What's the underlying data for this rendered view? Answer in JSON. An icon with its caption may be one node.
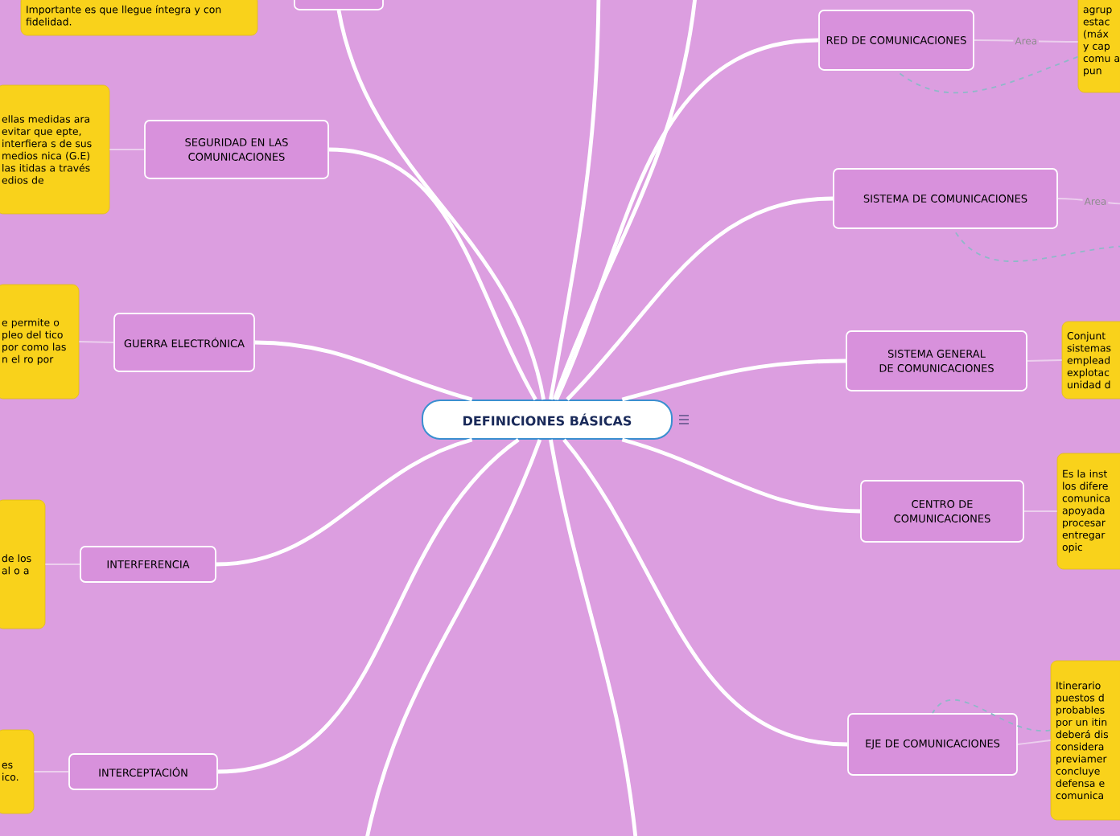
{
  "diagram": {
    "nodes": [
      {
        "text": [
          "DEFINICIONES BÁSICAS"
        ]
      },
      {
        "text": [
          "Importante es que llegue íntegra y con fidelidad."
        ]
      },
      {
        "text": [],
        "shape": "box"
      },
      {
        "text": [
          "SEGURIDAD EN LAS COMUNICACIONES"
        ]
      },
      {
        "text": [
          "ellas medidas ara evitar que epte, interfiera s de sus medios nica (G.E) las itidas a través edios de"
        ]
      },
      {
        "text": [
          "GUERRA ELECTRÓNICA"
        ]
      },
      {
        "text": [
          "e permite o pleo del tico por como las n el ro por"
        ]
      },
      {
        "text": [
          "INTERFERENCIA"
        ]
      },
      {
        "text": [
          "de los al o a"
        ]
      },
      {
        "text": [
          "INTERCEPTACIÓN"
        ]
      },
      {
        "text": [
          "es ico."
        ]
      },
      {
        "text": [
          "RED DE COMUNICACIONES"
        ]
      },
      {
        "text": [
          "agrup estac (máx y cap comu a pun"
        ]
      },
      {
        "text": [
          "SISTEMA DE COMUNICACIONES"
        ]
      },
      {
        "text": [
          "SISTEMA GENERAL DE COMUNICACIONES"
        ]
      },
      {
        "text": [
          "Conjunt sistemas emplead explotac unidad d"
        ]
      },
      {
        "text": [
          "CENTRO DE COMUNICACIONES"
        ]
      },
      {
        "text": [
          "Es la inst los difere comunica apoyada procesar entregar opic"
        ]
      },
      {
        "text": [
          "EJE DE COMUNICACIONES"
        ]
      },
      {
        "text": [
          "Itinerario puestos d probables por un itin deberá dis considera previamer concluye defensa e comunica"
        ]
      }
    ],
    "edges": [
      {
        "from": 0,
        "to": 2,
        "arrow": "none"
      },
      {
        "from": 0,
        "to": 3,
        "arrow": "none"
      },
      {
        "from": 0,
        "to": 5,
        "arrow": "none"
      },
      {
        "from": 0,
        "to": 7,
        "arrow": "none"
      },
      {
        "from": 0,
        "to": 9,
        "arrow": "none"
      },
      {
        "from": 0,
        "to": 11,
        "arrow": "none"
      },
      {
        "from": 0,
        "to": 13,
        "arrow": "none"
      },
      {
        "from": 0,
        "to": 14,
        "arrow": "none"
      },
      {
        "from": 0,
        "to": 16,
        "arrow": "none"
      },
      {
        "from": 0,
        "to": 18,
        "arrow": "none"
      },
      {
        "from": 0,
        "to": null,
        "arrow": "none"
      },
      {
        "from": 0,
        "to": null,
        "arrow": "none"
      },
      {
        "from": 0,
        "to": null,
        "arrow": "none"
      },
      {
        "from": 0,
        "to": null,
        "arrow": "none"
      },
      {
        "from": 3,
        "to": 4,
        "arrow": "none",
        "color": "#eccfee"
      },
      {
        "from": 5,
        "to": 6,
        "arrow": "none",
        "color": "#eccfee"
      },
      {
        "from": 7,
        "to": 8,
        "arrow": "none",
        "color": "#eccfee"
      },
      {
        "from": 9,
        "to": 10,
        "arrow": "none",
        "color": "#eccfee"
      },
      {
        "from": 11,
        "to": 12,
        "arrow": "none",
        "label": "Area",
        "color": "#eccfee"
      },
      {
        "from": 13,
        "to": null,
        "arrow": "none",
        "label": "Area",
        "color": "#eccfee"
      },
      {
        "from": 14,
        "to": 15,
        "arrow": "none",
        "color": "#eccfee"
      },
      {
        "from": 16,
        "to": 17,
        "arrow": "none",
        "color": "#eccfee"
      },
      {
        "from": 18,
        "to": 19,
        "arrow": "none",
        "color": "#eccfee"
      },
      {
        "from": 12,
        "to": 11,
        "arrow": "none",
        "style": "dashed",
        "color": "#8fb8c8"
      },
      {
        "from": null,
        "to": 13,
        "arrow": "none",
        "style": "dashed",
        "color": "#8fb8c8"
      },
      {
        "from": 19,
        "to": 18,
        "arrow": "none",
        "style": "dashed",
        "color": "#8fb8c8"
      }
    ]
  }
}
